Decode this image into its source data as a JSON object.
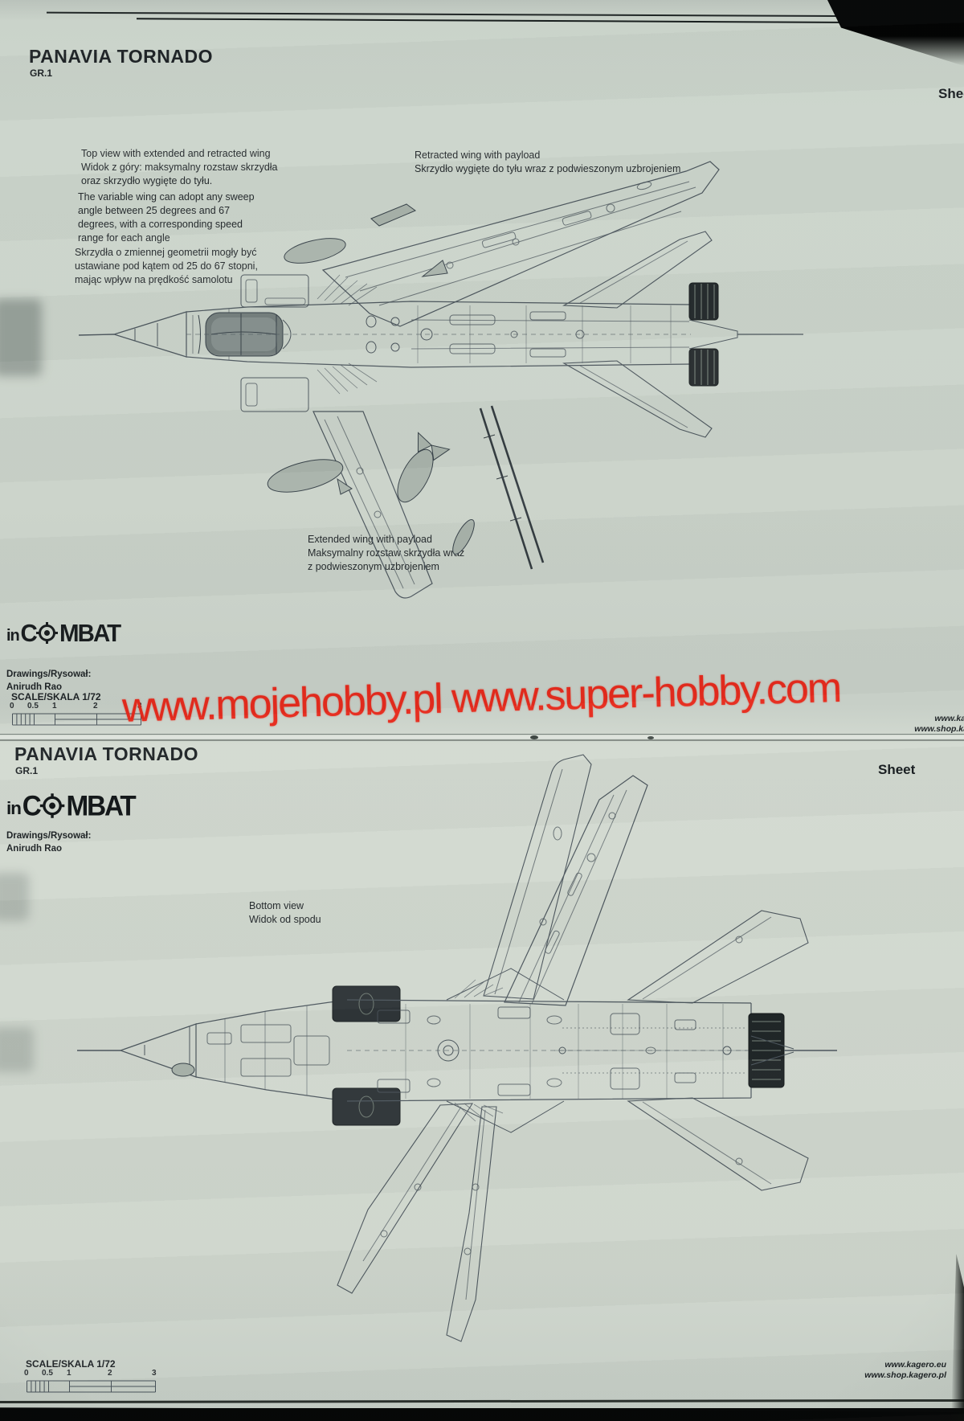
{
  "photo": {
    "paper_color": "#ccd5cc",
    "ink_color": "#26292b",
    "watermark_color": "#e62a1c",
    "background_color": "#070808"
  },
  "watermark": {
    "text": "www.mojehobby.pl www.super-hobby.com"
  },
  "logo": {
    "prefix": "in",
    "c": "C",
    "rest": "MBAT"
  },
  "credits": {
    "role_label": "Drawings/Rysował:",
    "name": "Anirudh Rao"
  },
  "scale": {
    "label": "SCALE/SKALA 1/72",
    "ticks": [
      "0",
      "0.5",
      "1",
      "2",
      "3"
    ]
  },
  "kagero": {
    "url1": "www.kagero.eu",
    "url2": "www.shop.kagero.pl"
  },
  "sheet1": {
    "title": "PANAVIA TORNADO",
    "subtitle": "GR.1",
    "sheet_label": "Sheet",
    "note_top_view": [
      "Top view with extended and retracted wing",
      "Widok z góry: maksymalny rozstaw skrzydła",
      "oraz skrzydło wygięte do tyłu."
    ],
    "note_variable_en": [
      "The variable wing can adopt any sweep",
      "angle between 25 degrees and 67",
      "degrees, with a corresponding speed",
      "range for each angle"
    ],
    "note_variable_pl": [
      "Skrzydła o zmiennej geometrii mogły być",
      "ustawiane pod kątem od 25 do 67 stopni,",
      "mając wpływ na prędkość samolotu"
    ],
    "note_retracted": [
      "Retracted wing with payload",
      "Skrzydło wygięte do tyłu wraz z podwieszonym uzbrojeniem"
    ],
    "note_extended": [
      "Extended wing with payload",
      "Maksymalny rozstaw skrzydła wraz",
      "z podwieszonym uzbrojeniem"
    ]
  },
  "sheet2": {
    "title": "PANAVIA TORNADO",
    "subtitle": "GR.1",
    "sheet_label": "Sheet",
    "note_bottom": [
      "Bottom view",
      "Widok od spodu"
    ]
  }
}
